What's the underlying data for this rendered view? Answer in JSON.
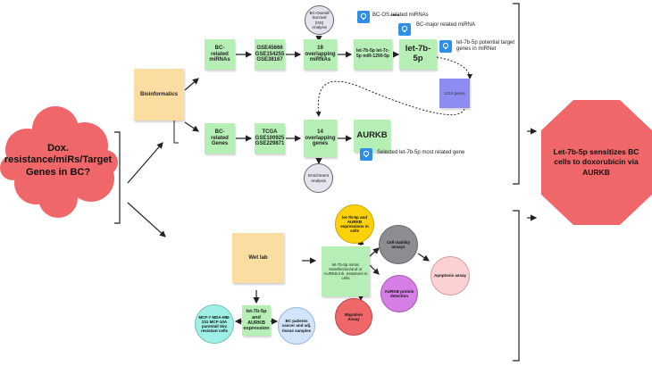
{
  "main_question": "Dox. resistance/miRs/Target Genes in BC?",
  "conclusion": "Let-7b-5p sensitizes BC cells to doxorubicin via AURKB",
  "bioinformatics": {
    "label": "Bioinformatics",
    "mirna_row": {
      "source": "BC-related miRNAs",
      "datasets": "GSE45666 GSE154255 GSE38167",
      "overlap": "19 overlapping miRNAs",
      "candidates": "let-7b-5p let-7c-5p miR-1290-5p",
      "selected": "let-7b-5p"
    },
    "gene_row": {
      "source": "BC-related Genes",
      "datasets": "TCGA GSE100925 GSE229871",
      "overlap": "14 overlapping genes",
      "selected": "AURKB"
    },
    "os_analysis": "BC-Overall Survival (OS) Analysis",
    "enrichment": "Enrichment Analysis",
    "target_genes": "1215 genes",
    "notes": {
      "os_related": "BC-OS related miRNAs",
      "major_related": "BC-major related miRNA",
      "target_genes": "let-7b-5p potential target genes in miRNet",
      "most_related": "Selected let-7b-5p most related gene"
    }
  },
  "wet_lab": {
    "label": "Wet lab",
    "expression": "let-7b-5p and AURKB expression",
    "cell_lines": "MCF-7 MDA-MB-231 MCF-10A parental/ dox resistant cells",
    "patient_samples": "BC patients cancer and adj. tissue samples",
    "treatment": "let-7b-5p mimic transfection/and or AURKB inh. treatment in cells",
    "expression_assay": "let-7b-5p and AURKB expressions in cells",
    "viability": "Cell viability assays",
    "apoptosis": "Apoptosis assay",
    "protein": "AURKB protein detection",
    "migration": "Migration Assay"
  },
  "colors": {
    "sticky_green": "#b5efb5",
    "sticky_peach": "#fbdca1",
    "target_purple": "#8c8cf2",
    "cloud_red": "#f0676a",
    "bulb_blue": "#2f8fe8"
  }
}
